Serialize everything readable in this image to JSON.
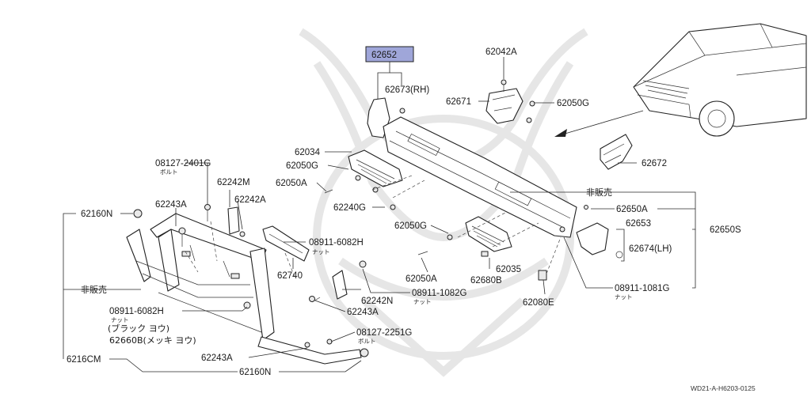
{
  "highlight_label": "62652",
  "labels": {
    "l62673": "62673(RH)",
    "l62042a": "62042A",
    "l62671": "62671",
    "l62050g_top": "62050G",
    "l62672": "62672",
    "l62034": "62034",
    "l62050g_a": "62050G",
    "l62050a_a": "62050A",
    "l62240g": "62240G",
    "l08127_2401g": "08127-2401G",
    "l_bolt1": "ボルト",
    "l62242m": "62242M",
    "l62242a": "62242A",
    "l62243a_a": "62243A",
    "l62160n_a": "62160N",
    "l08911_6082h_a": "08911-6082H",
    "l_nut1": "ナット",
    "l62740": "62740",
    "l62050g_b": "62050G",
    "l62050a_b": "62050A",
    "l62035": "62035",
    "l62680b": "62680B",
    "l62080e": "62080E",
    "l_hihanbai_r": "非販売",
    "l62650a": "62650A",
    "l62653": "62653",
    "l62650s": "62650S",
    "l62674": "62674(LH)",
    "l08911_1081g": "08911-1081G",
    "l_nut2": "ナット",
    "l_hihanbai_l": "非販売",
    "l62242n": "62242N",
    "l08911_1082g": "08911-1082G",
    "l_nut3": "ナット",
    "l62243a_b": "62243A",
    "l08911_6082h_b": "08911-6082H",
    "l_nut4": "ナット",
    "l_black": "(ブラック ヨウ)",
    "l62660b": "62660B(メッキ ヨウ)",
    "l08127_2251g": "08127-2251G",
    "l_bolt2": "ボルト",
    "l62243a_c": "62243A",
    "l6216cm": "6216CM",
    "l62160n_b": "62160N",
    "l_code": "WD21-A-H6203-0125"
  }
}
